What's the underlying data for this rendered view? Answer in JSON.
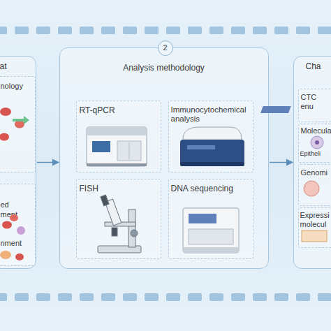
{
  "diagram": {
    "nodes": [
      {
        "text": [
          "at"
        ]
      },
      {
        "text": [
          "nology"
        ],
        "in": 0
      },
      {
        "text": [
          "ed",
          "ment",
          "nment"
        ],
        "in": 0
      },
      {
        "text": [
          "Analysis methodology"
        ]
      },
      {
        "text": [
          "2"
        ],
        "in": 3
      },
      {
        "text": [
          "RT-qPCR"
        ],
        "in": 3
      },
      {
        "text": [
          "Immunocytochemical analysis"
        ],
        "in": 3
      },
      {
        "text": [
          "FISH"
        ],
        "in": 3
      },
      {
        "text": [
          "DNA sequencing"
        ],
        "in": 3
      },
      {
        "text": [
          "Cha"
        ]
      },
      {
        "text": [
          "CTC enu"
        ],
        "in": 9
      },
      {
        "text": [
          "Molecula",
          "Epitheli"
        ],
        "in": 9
      },
      {
        "text": [
          "Genomi"
        ],
        "in": 9
      },
      {
        "text": [
          "Expressi molecul"
        ],
        "in": 9
      }
    ],
    "edges": [
      {
        "from": 0,
        "to": 3,
        "arrow": "to"
      },
      {
        "from": 3,
        "to": 9,
        "arrow": "to"
      }
    ]
  }
}
